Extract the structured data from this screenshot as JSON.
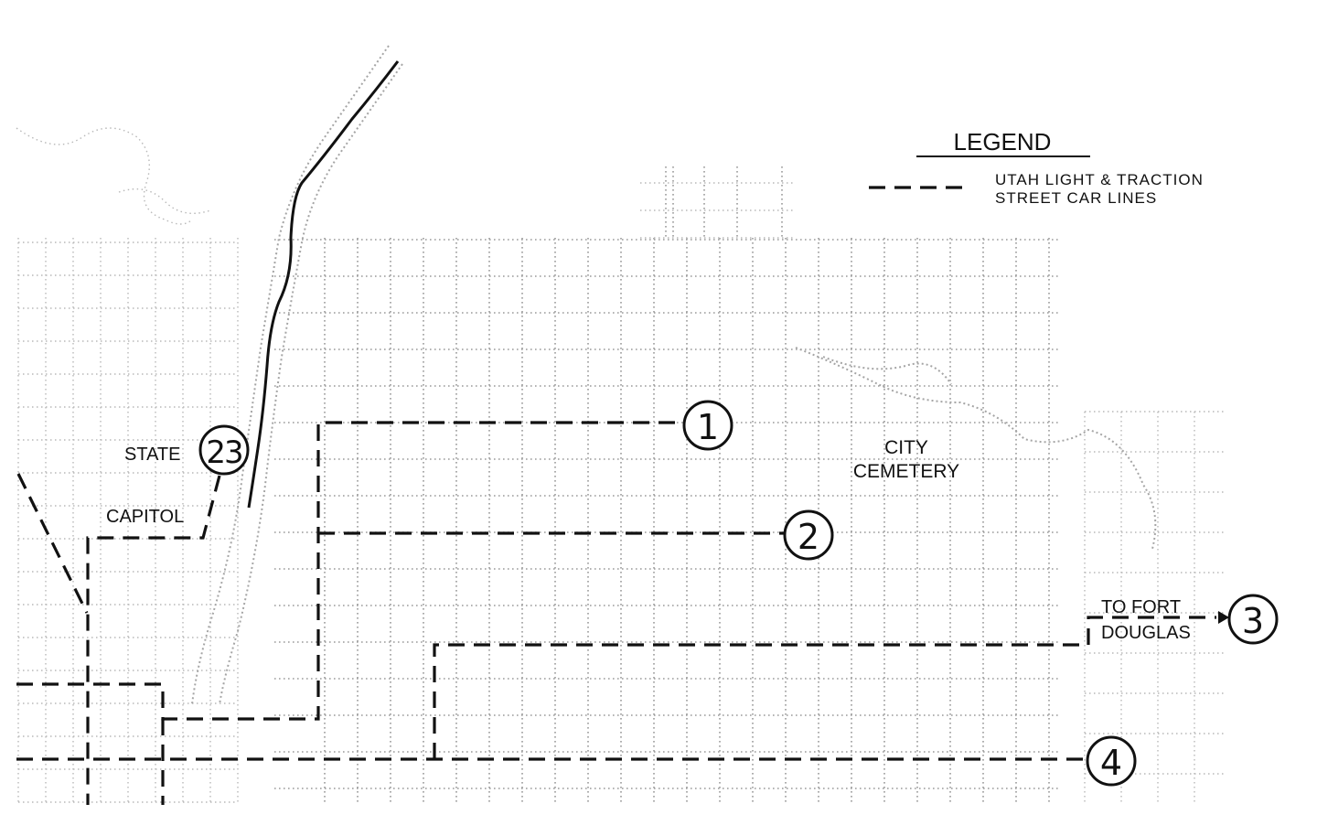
{
  "legend": {
    "title": "LEGEND",
    "line1": "UTAH LIGHT & TRACTION",
    "line2": "STREET CAR LINES"
  },
  "labels": {
    "state": "STATE",
    "capitol": "CAPITOL",
    "cemetery_line1": "CITY",
    "cemetery_line2": "CEMETERY",
    "fort_line1": "TO FORT",
    "fort_line2": "DOUGLAS"
  },
  "routes": {
    "r1": "1",
    "r2": "2",
    "r3": "3",
    "r4": "4",
    "r23": "23"
  },
  "colors": {
    "ink": "#111111",
    "grid": "#9a9a9a",
    "paper": "#ffffff"
  }
}
